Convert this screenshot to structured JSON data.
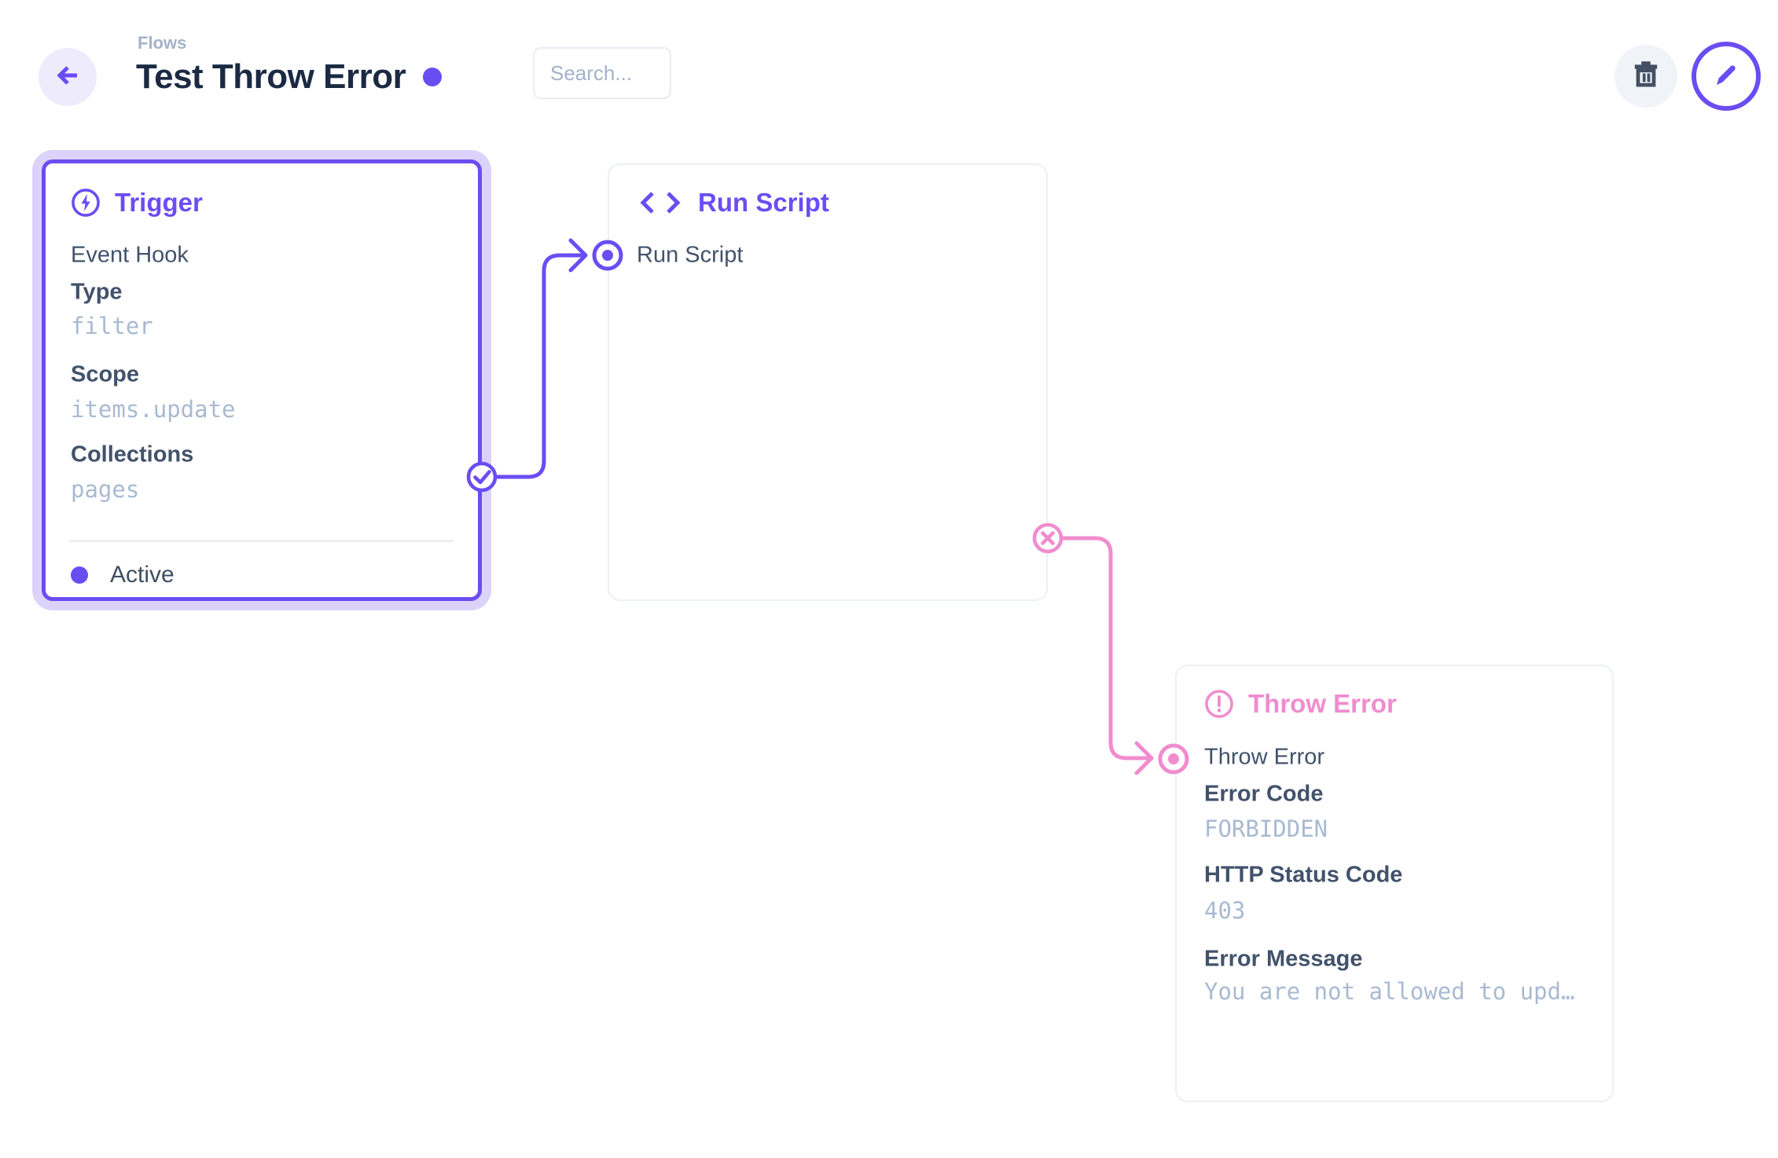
{
  "header": {
    "breadcrumb": "Flows",
    "title": "Test Throw Error",
    "search_placeholder": "Search..."
  },
  "panels": {
    "trigger": {
      "header": "Trigger",
      "event_hook": "Event Hook",
      "type_label": "Type",
      "type_value": "filter",
      "scope_label": "Scope",
      "scope_value": "items.update",
      "collections_label": "Collections",
      "collections_value": "pages",
      "status": "Active"
    },
    "run_script": {
      "header": "Run Script",
      "operation": "Run Script"
    },
    "throw_error": {
      "header": "Throw Error",
      "operation": "Throw Error",
      "error_code_label": "Error Code",
      "error_code_value": "FORBIDDEN",
      "http_status_label": "HTTP Status Code",
      "http_status_value": "403",
      "error_message_label": "Error Message",
      "error_message_value": "You are not allowed to upd…"
    }
  },
  "icons": {
    "back-arrow-icon": "←",
    "trash-icon": "🗑",
    "pencil-icon": "✎",
    "bolt-icon": "⚡ in circle",
    "code-icon": "<>",
    "alert-icon": "! in circle",
    "check-connector-icon": "✓ in circle",
    "x-connector-icon": "✕ in circle",
    "input-dot-icon": "◉"
  },
  "colors": {
    "purple": "#6A4DF2",
    "purple_halo": "#DBD3FB",
    "pink": "#F08CCE",
    "title": "#1B2A42",
    "text": "#42526B",
    "mono_value": "#A8BAD1",
    "muted": "#A4B2C8",
    "panel_border": "#EBF0F6"
  }
}
